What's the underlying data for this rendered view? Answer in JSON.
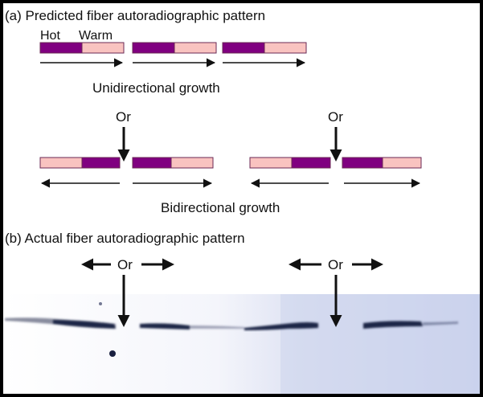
{
  "section_a": {
    "title": "(a) Predicted fiber autoradiographic pattern",
    "hot_label": "Hot",
    "warm_label": "Warm",
    "unidirectional_caption": "Unidirectional growth",
    "bidirectional_caption": "Bidirectional growth",
    "origin_label": "Or"
  },
  "section_b": {
    "title": "(b) Actual fiber autoradiographic pattern",
    "origin_label": "Or"
  },
  "colors": {
    "hot": "#800080",
    "warm": "#f9c3c0",
    "outline": "#6b2a55",
    "ink": "#111111",
    "film": "#d6dcf0",
    "grain": "#2a3050"
  }
}
